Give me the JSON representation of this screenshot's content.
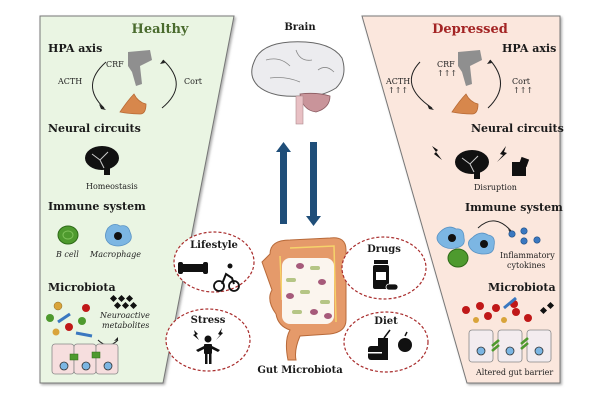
{
  "center": {
    "brain_label": "Brain",
    "gut_label": "Gut Microbiota"
  },
  "healthy": {
    "title": "Healthy",
    "hpa_title": "HPA axis",
    "crf": "CRF",
    "acth": "ACTH",
    "cort": "Cort",
    "neural_title": "Neural circuits",
    "neural_state": "Homeostasis",
    "immune_title": "Immune system",
    "b_cell": "B cell",
    "macrophage": "Macrophage",
    "microbiota_title": "Microbiota",
    "metabolites_line1": "Neuroactive",
    "metabolites_line2": "metabolites"
  },
  "depressed": {
    "title": "Depressed",
    "hpa_title": "HPA axis",
    "crf": "CRF",
    "acth": "ACTH",
    "cort": "Cort",
    "arrows_up": "↑↑↑",
    "neural_title": "Neural circuits",
    "neural_state": "Disruption",
    "immune_title": "Immune system",
    "cytokines_line1": "Inflammatory",
    "cytokines_line2": "cytokines",
    "microbiota_title": "Microbiota",
    "barrier_label": "Altered gut barrier"
  },
  "factors": [
    {
      "label": "Lifestyle"
    },
    {
      "label": "Stress"
    },
    {
      "label": "Drugs"
    },
    {
      "label": "Diet"
    }
  ],
  "colors": {
    "healthy_bg": "#eaf5e3",
    "healthy_title": "#4a6b2e",
    "depressed_bg": "#fbe7dd",
    "depressed_title": "#a32424",
    "arrow": "#1f4e79",
    "bubble_border": "#a82b2b"
  }
}
